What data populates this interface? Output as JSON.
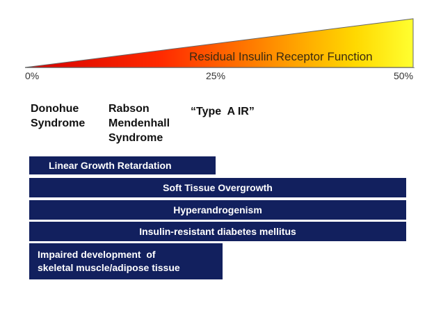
{
  "wedge": {
    "label": "Residual Insulin Receptor Function",
    "gradient_colors": [
      "#d40000",
      "#ff2a00",
      "#ff8800",
      "#ffd800",
      "#ffff30"
    ]
  },
  "scale_ticks": [
    "0%",
    "25%",
    "50%"
  ],
  "syndromes": [
    {
      "lines": [
        "Donohue",
        "Syndrome"
      ]
    },
    {
      "lines": [
        "Rabson",
        "Mendenhall",
        "Syndrome"
      ]
    },
    {
      "lines": [
        "“Type  A IR”"
      ]
    }
  ],
  "features": [
    {
      "label": "Linear Growth Retardation"
    },
    {
      "label": "Soft Tissue Overgrowth"
    },
    {
      "label": "Hyperandrogenism"
    },
    {
      "label": "Insulin-resistant diabetes mellitus"
    },
    {
      "lines": [
        "Impaired development  of",
        "skeletal muscle/adipose tissue"
      ]
    }
  ],
  "colors": {
    "bar_fill": "#12205e",
    "bar_text": "#ffffff"
  }
}
